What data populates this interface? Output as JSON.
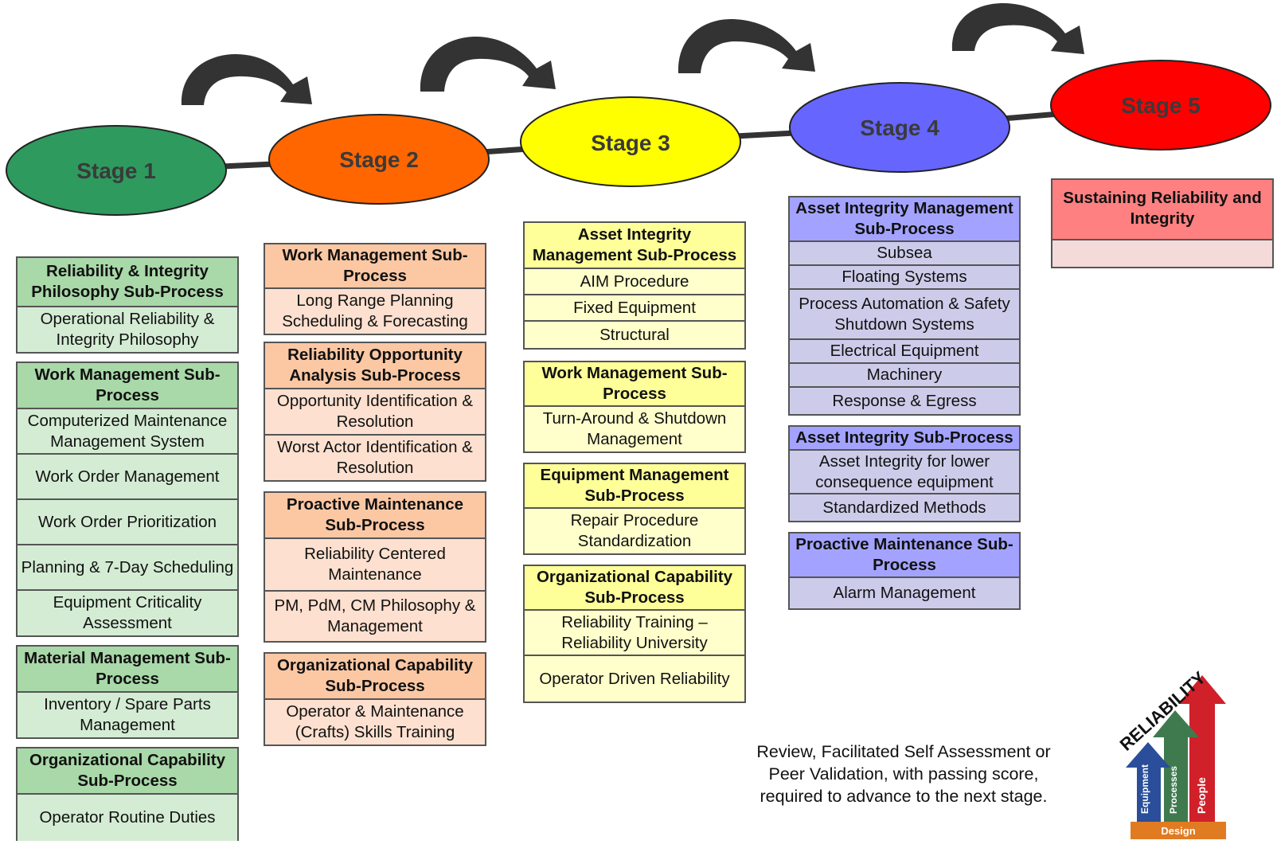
{
  "stages": [
    {
      "label": "Stage 1",
      "color": "#2e9a5e"
    },
    {
      "label": "Stage 2",
      "color": "#ff6600"
    },
    {
      "label": "Stage 3",
      "color": "#ffff00"
    },
    {
      "label": "Stage 4",
      "color": "#6666ff"
    },
    {
      "label": "Stage 5",
      "color": "#ff0000"
    }
  ],
  "columns": [
    {
      "boxes": [
        {
          "header": "Reliability & Integrity Philosophy Sub-Process",
          "items": [
            "Operational Reliability & Integrity Philosophy"
          ]
        },
        {
          "header": "Work Management Sub-Process",
          "items": [
            "Computerized Maintenance Management System",
            "Work Order Management",
            "Work Order Prioritization",
            "Planning & 7-Day Scheduling",
            "Equipment Criticality Assessment"
          ]
        },
        {
          "header": "Material Management Sub-Process",
          "items": [
            "Inventory / Spare Parts Management"
          ]
        },
        {
          "header": "Organizational Capability Sub-Process",
          "items": [
            "Operator Routine Duties"
          ]
        }
      ]
    },
    {
      "boxes": [
        {
          "header": "Work Management Sub-Process",
          "items": [
            "Long Range Planning Scheduling & Forecasting"
          ]
        },
        {
          "header": "Reliability Opportunity Analysis Sub-Process",
          "items": [
            "Opportunity Identification & Resolution",
            "Worst Actor Identification & Resolution"
          ]
        },
        {
          "header": "Proactive Maintenance Sub-Process",
          "items": [
            "Reliability Centered Maintenance",
            "PM, PdM, CM Philosophy & Management"
          ]
        },
        {
          "header": "Organizational Capability Sub-Process",
          "items": [
            "Operator & Maintenance (Crafts) Skills Training"
          ]
        }
      ]
    },
    {
      "boxes": [
        {
          "header": "Asset Integrity Management Sub-Process",
          "items": [
            "AIM Procedure",
            "Fixed Equipment",
            "Structural"
          ]
        },
        {
          "header": "Work Management Sub-Process",
          "items": [
            "Turn-Around & Shutdown Management"
          ]
        },
        {
          "header": "Equipment Management Sub-Process",
          "items": [
            "Repair Procedure Standardization"
          ]
        },
        {
          "header": "Organizational Capability Sub-Process",
          "items": [
            "Reliability Training – Reliability University",
            "Operator Driven Reliability"
          ]
        }
      ]
    },
    {
      "boxes": [
        {
          "header": "Asset Integrity Management Sub-Process",
          "items": [
            "Subsea",
            "Floating Systems",
            "Process Automation & Safety Shutdown Systems",
            "Electrical Equipment",
            "Machinery",
            "Response & Egress"
          ]
        },
        {
          "header": "Asset Integrity Sub-Process",
          "items": [
            "Asset Integrity for lower consequence equipment",
            "Standardized Methods"
          ]
        },
        {
          "header": "Proactive Maintenance Sub-Process",
          "items": [
            "Alarm  Management"
          ]
        }
      ]
    },
    {
      "boxes": [
        {
          "header": "Sustaining Reliability and Integrity",
          "items": [
            ""
          ]
        }
      ]
    }
  ],
  "note": "Review, Facilitated Self Assessment or Peer Validation, with passing score, required to advance to the next stage.",
  "logo": {
    "title": "RELIABILITY",
    "bars": [
      "Equipment",
      "Processes",
      "People"
    ],
    "base": "Design"
  }
}
